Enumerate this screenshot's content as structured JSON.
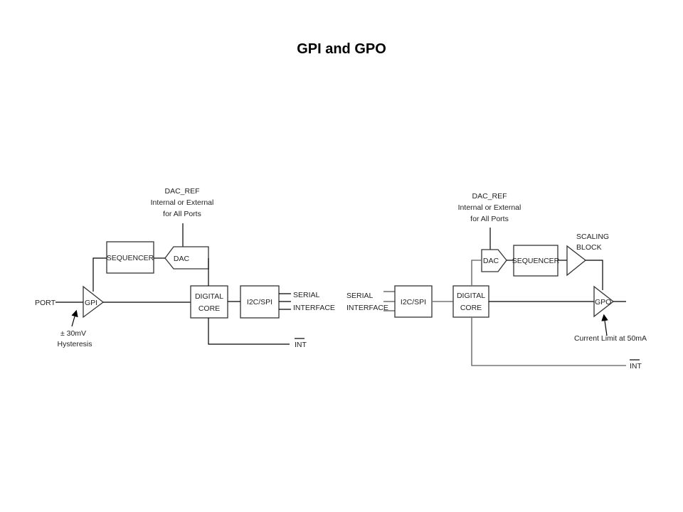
{
  "title": "GPI and GPO",
  "gpi_diagram": {
    "dac_ref": [
      "DAC_REF",
      "Internal or External",
      "for All Ports"
    ],
    "port_label": "PORT",
    "gpi_label": "GPI",
    "hysteresis": [
      "± 30mV",
      "Hysteresis"
    ],
    "sequencer_label": "SEQUENCER",
    "dac_label": "DAC",
    "core_label": [
      "DIGITAL",
      "CORE"
    ],
    "i2c_label": "I2C/SPI",
    "serial_label": [
      "SERIAL",
      "INTERFACE"
    ],
    "int_label": "INT"
  },
  "gpo_diagram": {
    "dac_ref": [
      "DAC_REF",
      "Internal or External",
      "for All Ports"
    ],
    "serial_label": [
      "SERIAL",
      "INTERFACE"
    ],
    "i2c_label": "I2C/SPI",
    "core_label": [
      "DIGITAL",
      "CORE"
    ],
    "dac_label": "DAC",
    "sequencer_label": "SEQUENCER",
    "scaling_label": [
      "SCALING",
      "BLOCK"
    ],
    "gpo_label": "GPO",
    "current_limit": "Current Limit at 50mA",
    "int_label": "INT"
  }
}
